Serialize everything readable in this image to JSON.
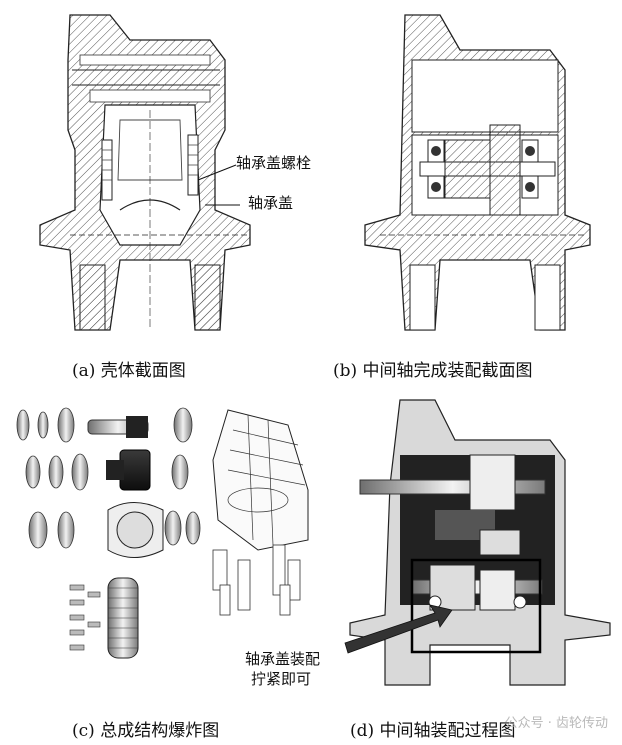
{
  "panels": [
    {
      "id": "a",
      "caption": "(a) 壳体截面图",
      "labels": [
        "轴承盖螺栓",
        "轴承盖"
      ]
    },
    {
      "id": "b",
      "caption": "(b) 中间轴完成装配截面图"
    },
    {
      "id": "c",
      "caption": "(c) 总成结构爆炸图"
    },
    {
      "id": "d",
      "caption": "(d) 中间轴装配过程图",
      "labels": [
        "轴承盖装配",
        "拧紧即可"
      ]
    }
  ],
  "watermark": "公众号 · 齿轮传动",
  "colors": {
    "line": "#222222",
    "hatch": "#555555",
    "gear": "#111111",
    "highlight": "#000000"
  }
}
